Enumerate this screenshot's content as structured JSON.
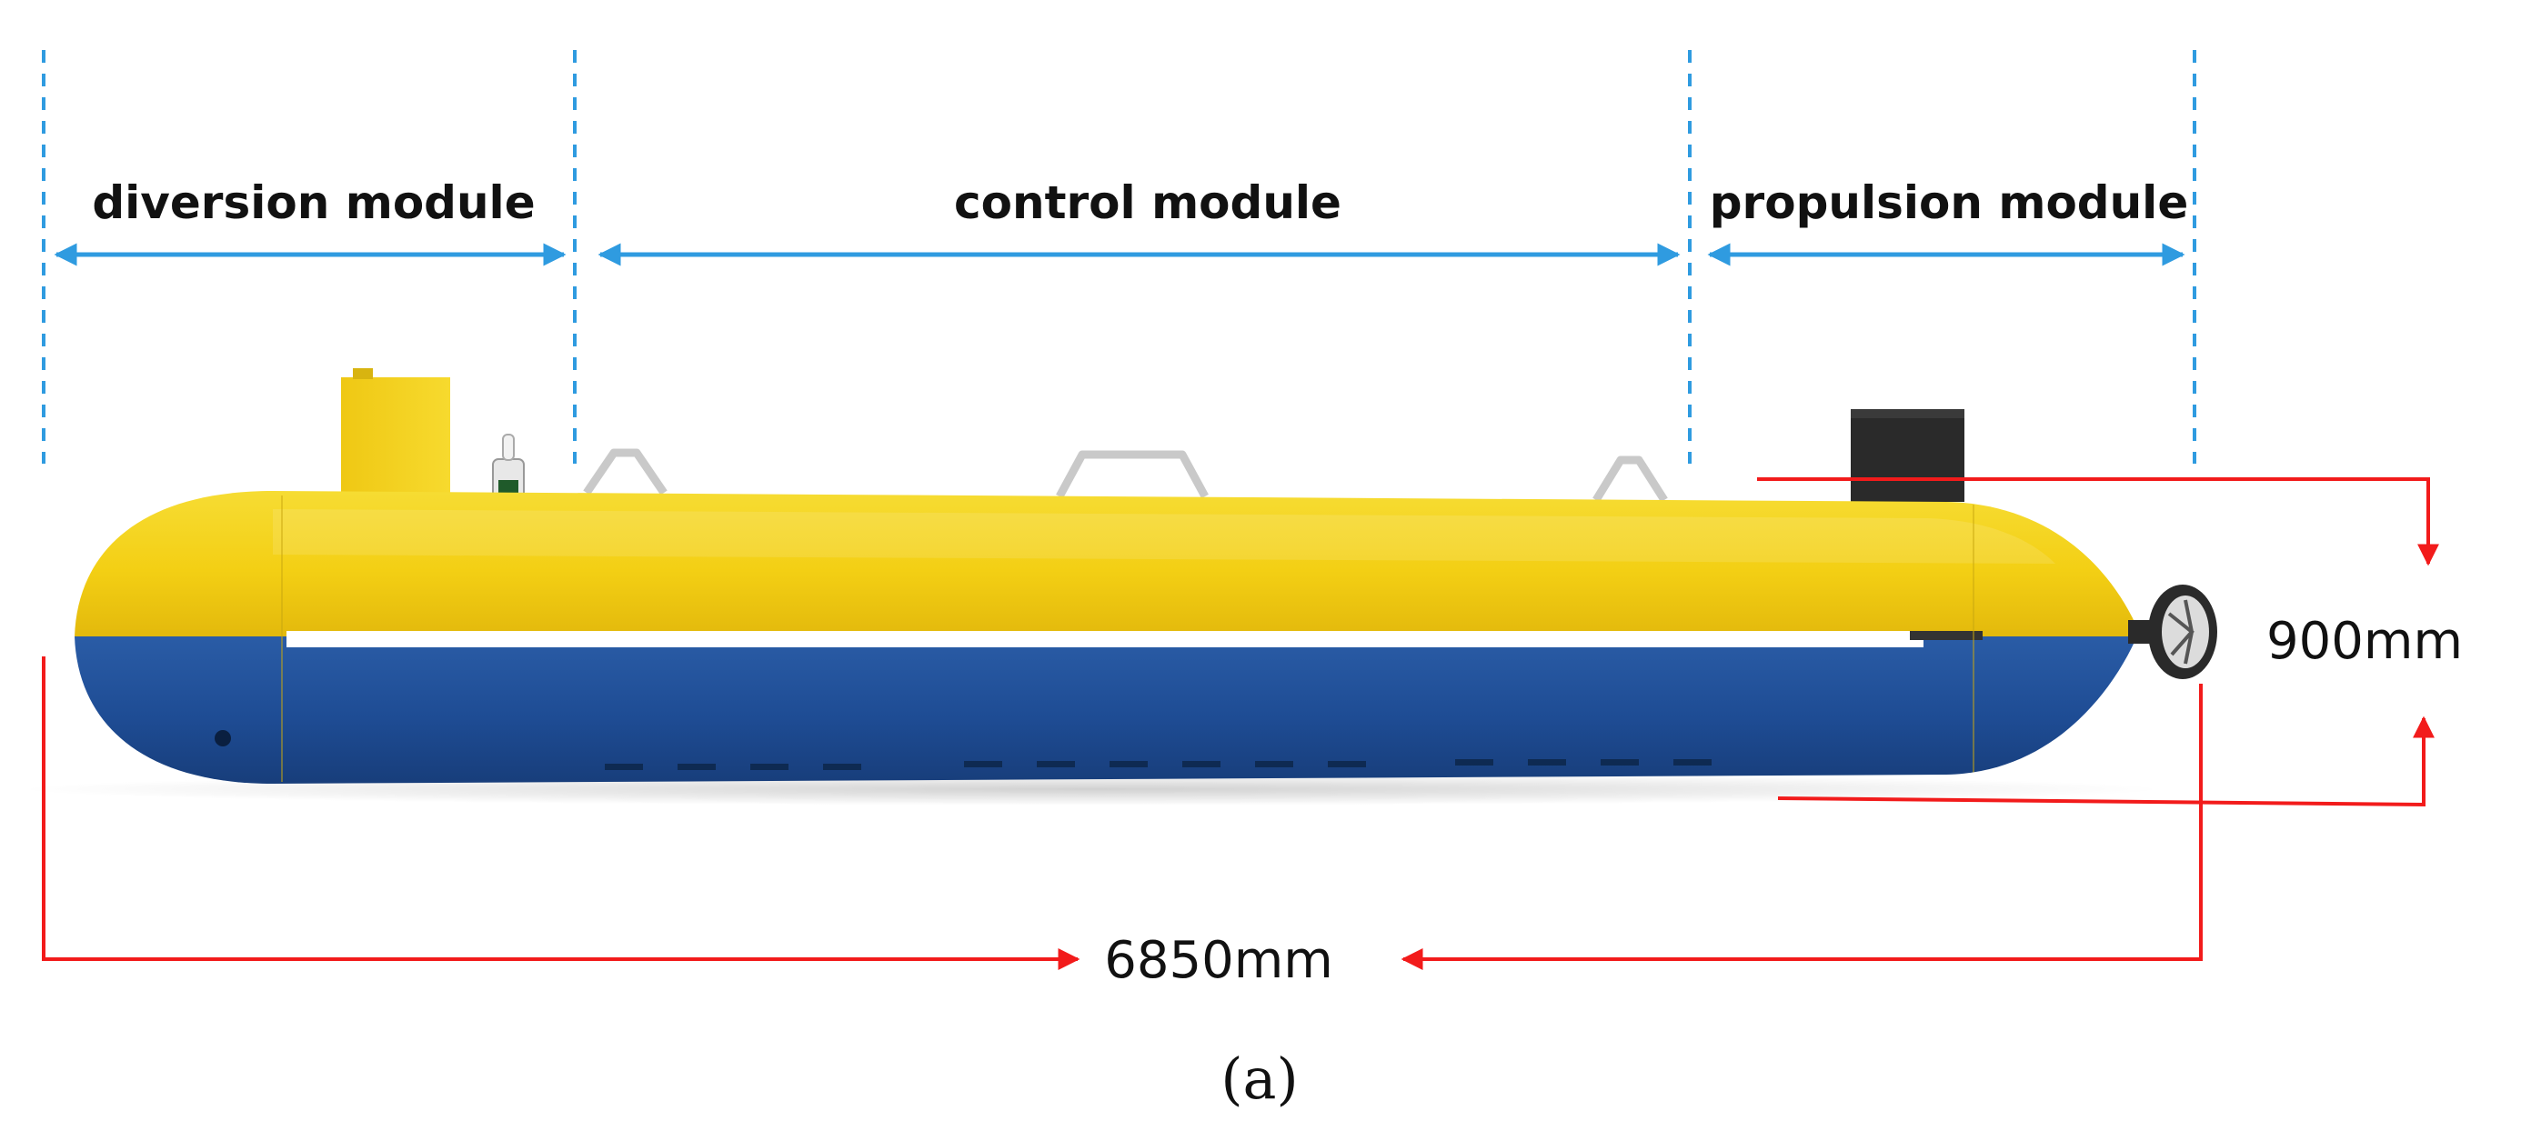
{
  "modules": [
    {
      "label": "diversion module"
    },
    {
      "label": "control module"
    },
    {
      "label": "propulsion module"
    }
  ],
  "dimensions": {
    "height": "900mm",
    "length": "6850mm"
  },
  "caption": "(a)",
  "colors": {
    "module_guides": "#2f9be0",
    "dimension_lines": "#f21b1b",
    "hull_top": "#f5d21a",
    "hull_bottom": "#1f4e95",
    "stripe": "#ffffff",
    "thruster": "#2a2a2a"
  }
}
